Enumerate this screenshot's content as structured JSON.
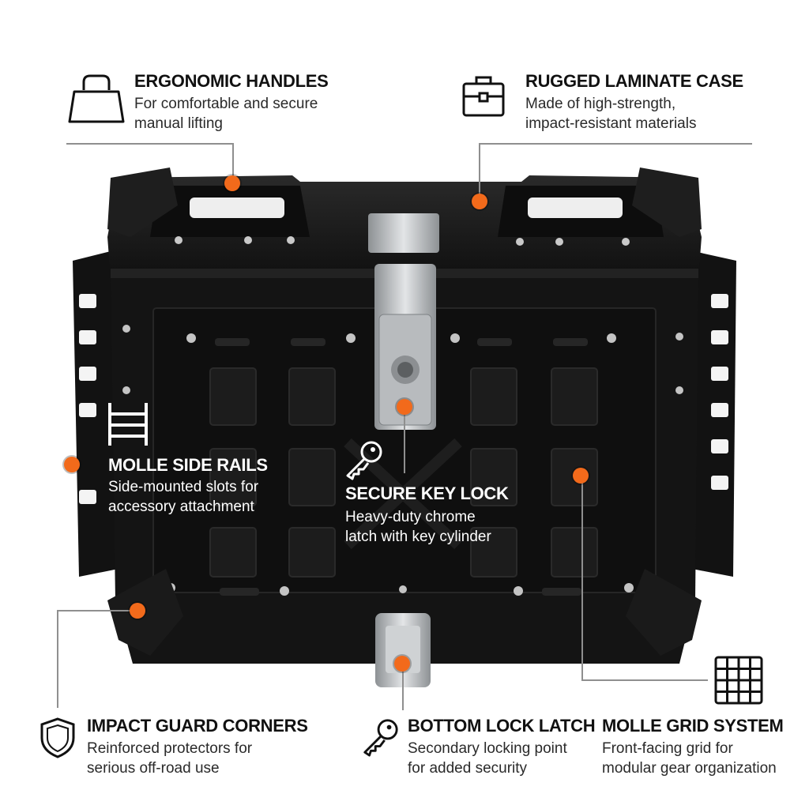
{
  "callouts": {
    "handles": {
      "title": "ERGONOMIC HANDLES",
      "desc1": "For comfortable and secure",
      "desc2": "manual lifting",
      "icon": "handbag-icon"
    },
    "case": {
      "title": "RUGGED LAMINATE CASE",
      "desc1": "Made of high-strength,",
      "desc2": "impact-resistant materials",
      "icon": "toolbox-icon"
    },
    "rails": {
      "title": "MOLLE SIDE RAILS",
      "desc1": "Side-mounted slots for",
      "desc2": "accessory attachment",
      "icon": "ladder-icon"
    },
    "lock": {
      "title": "SECURE KEY LOCK",
      "desc1": "Heavy-duty chrome",
      "desc2": "latch with key cylinder",
      "icon": "key-icon"
    },
    "corners": {
      "title": "IMPACT GUARD CORNERS",
      "desc1": "Reinforced protectors for",
      "desc2": "serious off-road use",
      "icon": "shield-icon"
    },
    "latch": {
      "title": "BOTTOM LOCK LATCH",
      "desc1": "Secondary locking point",
      "desc2": "for added security",
      "icon": "key-icon"
    },
    "grid": {
      "title": "MOLLE GRID SYSTEM",
      "desc1": "Front-facing grid for",
      "desc2": "modular gear organization",
      "icon": "grid-icon"
    }
  },
  "colors": {
    "accent": "#f26a1b",
    "case": "#141414",
    "chrome": "#b9bcbf"
  }
}
